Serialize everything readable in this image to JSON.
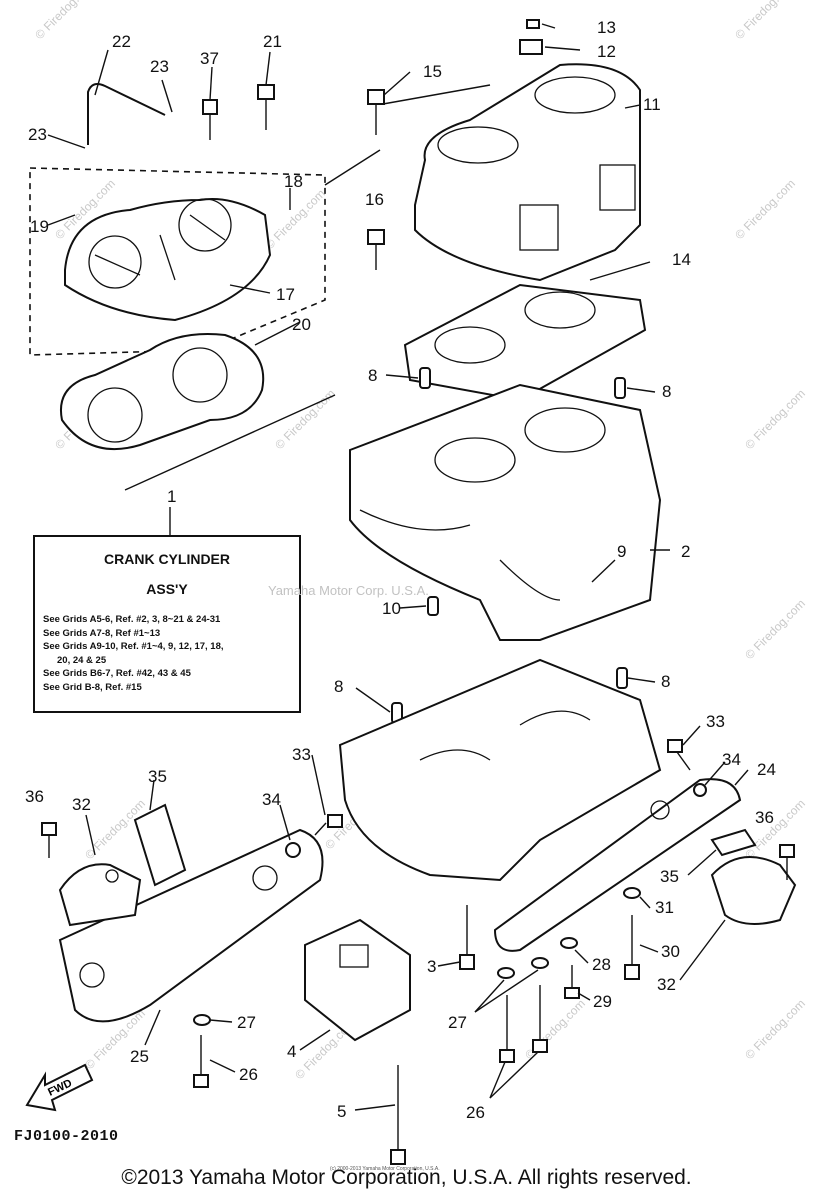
{
  "callouts": [
    {
      "id": "c22",
      "label": "22"
    },
    {
      "id": "c23a",
      "label": "23"
    },
    {
      "id": "c37",
      "label": "37"
    },
    {
      "id": "c21",
      "label": "21"
    },
    {
      "id": "c13",
      "label": "13"
    },
    {
      "id": "c12",
      "label": "12"
    },
    {
      "id": "c15",
      "label": "15"
    },
    {
      "id": "c11",
      "label": "11"
    },
    {
      "id": "c23b",
      "label": "23"
    },
    {
      "id": "c18",
      "label": "18"
    },
    {
      "id": "c19",
      "label": "19"
    },
    {
      "id": "c16",
      "label": "16"
    },
    {
      "id": "c14",
      "label": "14"
    },
    {
      "id": "c17",
      "label": "17"
    },
    {
      "id": "c20",
      "label": "20"
    },
    {
      "id": "c8a",
      "label": "8"
    },
    {
      "id": "c8b",
      "label": "8"
    },
    {
      "id": "c1",
      "label": "1"
    },
    {
      "id": "c2",
      "label": "2"
    },
    {
      "id": "c9",
      "label": "9"
    },
    {
      "id": "c10",
      "label": "10"
    },
    {
      "id": "c8c",
      "label": "8"
    },
    {
      "id": "c8d",
      "label": "8"
    },
    {
      "id": "c33a",
      "label": "33"
    },
    {
      "id": "c34a",
      "label": "34"
    },
    {
      "id": "c24",
      "label": "24"
    },
    {
      "id": "c36a",
      "label": "36"
    },
    {
      "id": "c32a",
      "label": "32"
    },
    {
      "id": "c35a",
      "label": "35"
    },
    {
      "id": "c33b",
      "label": "33"
    },
    {
      "id": "c34b",
      "label": "34"
    },
    {
      "id": "c36b",
      "label": "36"
    },
    {
      "id": "c35b",
      "label": "35"
    },
    {
      "id": "c31",
      "label": "31"
    },
    {
      "id": "c30",
      "label": "30"
    },
    {
      "id": "c3",
      "label": "3"
    },
    {
      "id": "c28",
      "label": "28"
    },
    {
      "id": "c29",
      "label": "29"
    },
    {
      "id": "c32b",
      "label": "32"
    },
    {
      "id": "c27a",
      "label": "27"
    },
    {
      "id": "c27b",
      "label": "27"
    },
    {
      "id": "c26a",
      "label": "26"
    },
    {
      "id": "c25",
      "label": "25"
    },
    {
      "id": "c4",
      "label": "4"
    },
    {
      "id": "c5",
      "label": "5"
    },
    {
      "id": "c26b",
      "label": "26"
    }
  ],
  "crank_box": {
    "title": "CRANK CYLINDER",
    "subtitle": "ASS'Y",
    "notes": [
      "See Grids A5-6, Ref. #2, 3, 8~21 & 24-31",
      "See Grids A7-8, Ref #1~13",
      "See Grids A9-10, Ref. #1~4, 9, 12, 17, 18,",
      "20, 24 & 25",
      "See Grids B6-7, Ref. #42, 43 & 45",
      "See Grid B-8, Ref. #15"
    ]
  },
  "fwd_label": "FWD",
  "diagram_code": "FJ0100-2010",
  "watermark": "© Firedog.com",
  "center_watermark": "Yamaha Motor Corp. U.S.A.",
  "copyright": "©2013 Yamaha Motor Corporation, U.S.A. All rights reserved.",
  "tiny_note": "(c) 2000-2013 Yamaha Motor Corporation, U.S.A."
}
